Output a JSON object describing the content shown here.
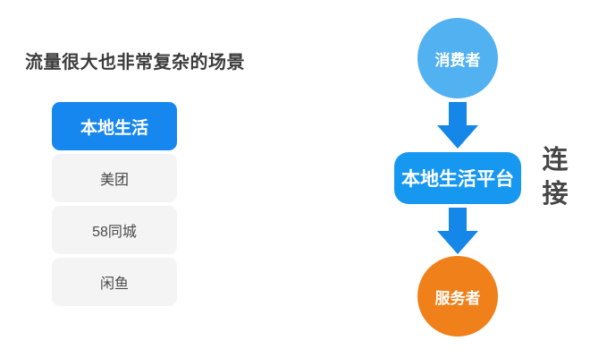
{
  "left_panel": {
    "title": "流量很大也非常复杂的场景",
    "items": [
      {
        "label": "本地生活",
        "selected": true
      },
      {
        "label": "美团",
        "selected": false
      },
      {
        "label": "58同城",
        "selected": false
      },
      {
        "label": "闲鱼",
        "selected": false
      }
    ]
  },
  "flow": {
    "nodes": [
      {
        "id": "consumer",
        "label": "消费者",
        "shape": "circle",
        "color": "#52b1f0"
      },
      {
        "id": "platform",
        "label": "本地生活平台",
        "shape": "rounded-rect",
        "color": "#1697f0"
      },
      {
        "id": "provider",
        "label": "服务者",
        "shape": "circle",
        "color": "#f0801a"
      }
    ],
    "arrows": [
      {
        "from": "consumer",
        "to": "platform",
        "direction": "down"
      },
      {
        "from": "platform",
        "to": "provider",
        "direction": "down"
      }
    ],
    "side_label": "连接"
  },
  "colors": {
    "background": "#ffffff",
    "title_text": "#3c3c3c",
    "item_bg": "#f4f4f4",
    "item_text": "#4a4a4a",
    "selected_item_bg": "#1787f0",
    "consumer_circle": "#52b1f0",
    "platform_box": "#1697f0",
    "provider_circle": "#f0801a",
    "arrow": "#1487e9",
    "side_label_text": "#464646"
  }
}
